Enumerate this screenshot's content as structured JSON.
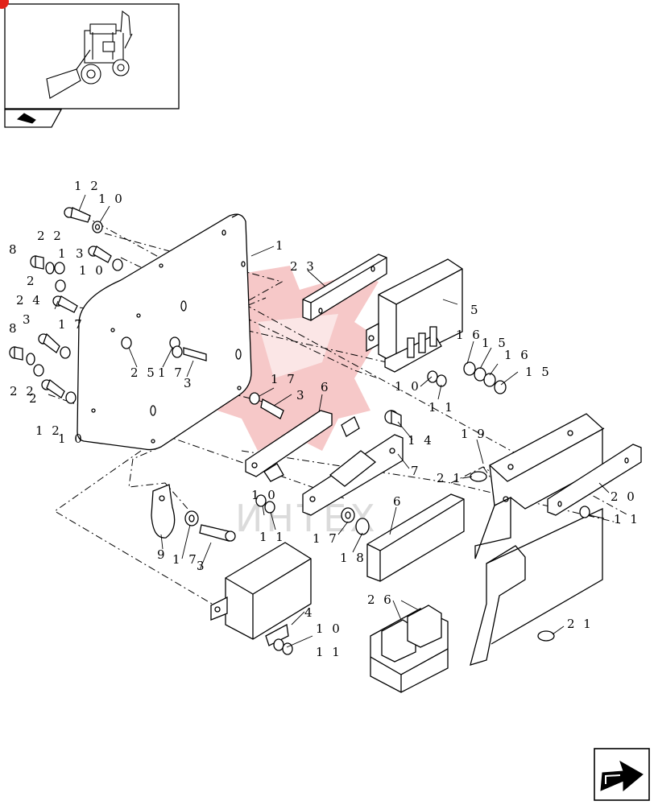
{
  "diagram": {
    "watermark_text": "ИНТЕХ",
    "callouts": [
      {
        "id": "c1",
        "label": "1 2"
      },
      {
        "id": "c2",
        "label": "1 0"
      },
      {
        "id": "c3",
        "label": "2 2"
      },
      {
        "id": "c4",
        "label": "8"
      },
      {
        "id": "c5",
        "label": "1"
      },
      {
        "id": "c6",
        "label": "3"
      },
      {
        "id": "c7",
        "label": "1 0"
      },
      {
        "id": "c8",
        "label": "2"
      },
      {
        "id": "c9",
        "label": "2 4"
      },
      {
        "id": "c10",
        "label": "8"
      },
      {
        "id": "c11",
        "label": "3"
      },
      {
        "id": "c12",
        "label": "1 7"
      },
      {
        "id": "c13",
        "label": "2 2"
      },
      {
        "id": "c14",
        "label": "2"
      },
      {
        "id": "c15",
        "label": "1 2"
      },
      {
        "id": "c16",
        "label": "1 0"
      },
      {
        "id": "c17",
        "label": "1"
      },
      {
        "id": "c18",
        "label": "2 3"
      },
      {
        "id": "c19",
        "label": "5"
      },
      {
        "id": "c20",
        "label": "2 5"
      },
      {
        "id": "c21",
        "label": "1 7"
      },
      {
        "id": "c22",
        "label": "3"
      },
      {
        "id": "c23",
        "label": "1 6"
      },
      {
        "id": "c24",
        "label": "1 5"
      },
      {
        "id": "c25",
        "label": "1 6"
      },
      {
        "id": "c26",
        "label": "1 5"
      },
      {
        "id": "c27",
        "label": "1 0"
      },
      {
        "id": "c28",
        "label": "1 1"
      },
      {
        "id": "c29",
        "label": "1 7"
      },
      {
        "id": "c30",
        "label": "3"
      },
      {
        "id": "c31",
        "label": "6"
      },
      {
        "id": "c32",
        "label": "1 4"
      },
      {
        "id": "c33",
        "label": "7"
      },
      {
        "id": "c34",
        "label": "1 9"
      },
      {
        "id": "c35",
        "label": "2 1"
      },
      {
        "id": "c36",
        "label": "2 0"
      },
      {
        "id": "c37",
        "label": "1 1"
      },
      {
        "id": "c38",
        "label": "6"
      },
      {
        "id": "c39",
        "label": "1 0"
      },
      {
        "id": "c40",
        "label": "1 1"
      },
      {
        "id": "c41",
        "label": "9"
      },
      {
        "id": "c42",
        "label": "1 7"
      },
      {
        "id": "c43",
        "label": "3"
      },
      {
        "id": "c44",
        "label": "1 7"
      },
      {
        "id": "c45",
        "label": "1 8"
      },
      {
        "id": "c46",
        "label": "4"
      },
      {
        "id": "c47",
        "label": "1 0"
      },
      {
        "id": "c48",
        "label": "1 1"
      },
      {
        "id": "c49",
        "label": "2 6"
      },
      {
        "id": "c50",
        "label": "2 1"
      }
    ]
  }
}
